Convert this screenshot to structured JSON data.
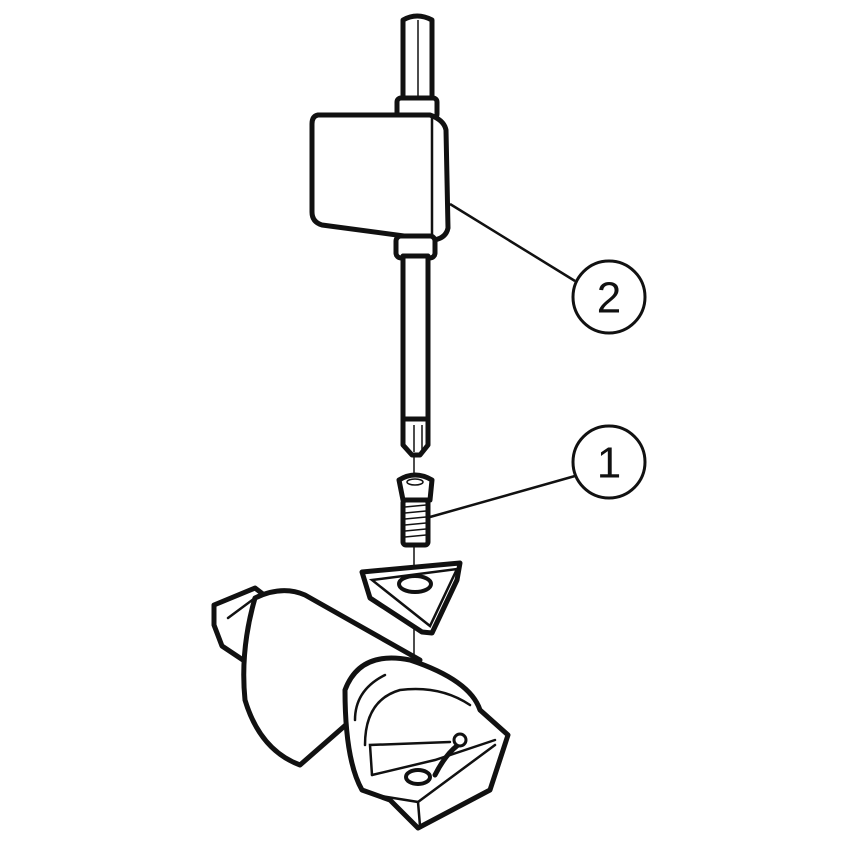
{
  "callouts": [
    {
      "number": "1",
      "part": "screw"
    },
    {
      "number": "2",
      "part": "key"
    }
  ]
}
